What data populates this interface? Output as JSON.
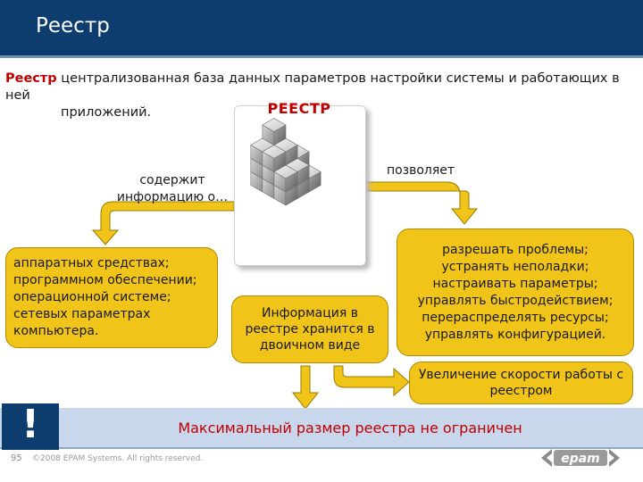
{
  "header": {
    "title": "Реестр"
  },
  "definition": {
    "term": "Реестр",
    "line1_rest": " централизованная база данных параметров настройки системы и работающих в ней",
    "line2": "приложений."
  },
  "registry": {
    "title": "РЕЕСТР"
  },
  "labels": {
    "contains": [
      "содержит",
      "информацию о…"
    ],
    "allows": "позволяет"
  },
  "boxes": {
    "hardware": [
      "аппаратных средствах;",
      "программном обеспечении;",
      "операционной системе;",
      "сетевых параметрах",
      "компьютера."
    ],
    "binary": [
      "Информация в",
      "реестре хранится в",
      "двоичном виде"
    ],
    "abilities": [
      "разрешать проблемы;",
      "устранять неполадки;",
      "настраивать параметры;",
      "управлять быстродействием;",
      "перераспределять ресурсы;",
      "управлять конфигурацией."
    ],
    "speed": [
      "Увеличение скорости работы с",
      "реестром"
    ]
  },
  "bottom": {
    "warning_mark": "!",
    "text": "Максимальный размер реестра не ограничен"
  },
  "footer": {
    "page_number": "95",
    "copyright": "©2008 EPAM Systems. All rights reserved.",
    "logo_text": "epam"
  },
  "colors": {
    "header_bg": "#0c3d6e",
    "accent_red": "#c00000",
    "box_yellow": "#f0c419",
    "bar_blue": "#c9d7ec"
  }
}
